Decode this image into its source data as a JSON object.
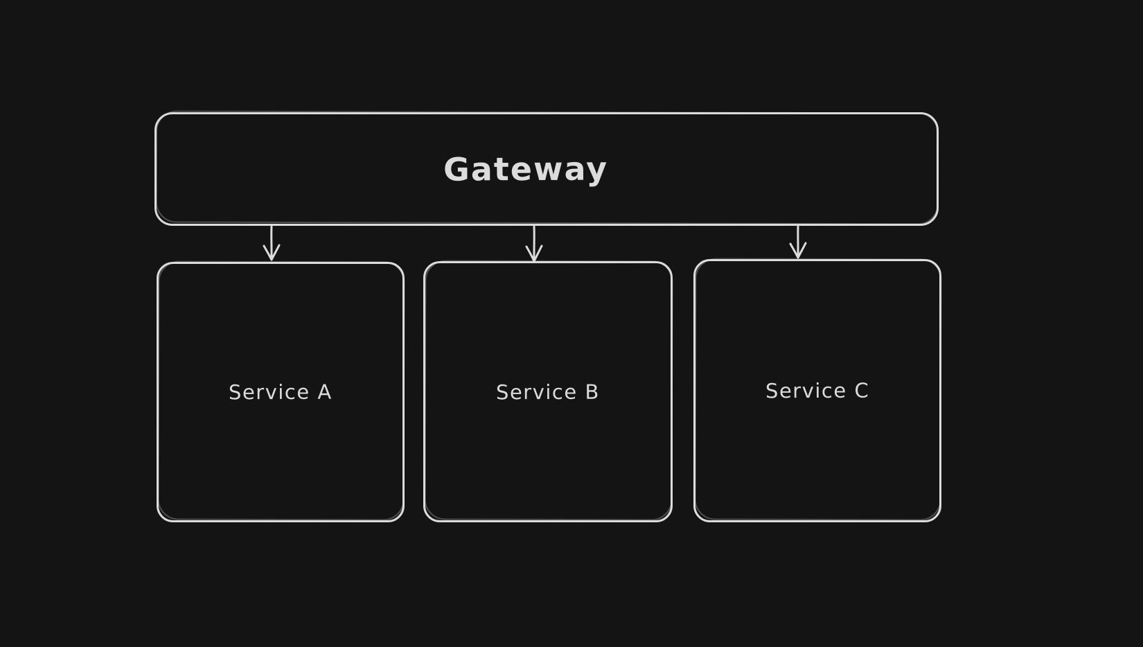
{
  "canvas": {
    "background": "#141414",
    "stroke_color": "#dcdcdc"
  },
  "diagram": {
    "type": "flowchart",
    "nodes": [
      {
        "id": "gateway",
        "label": "Gateway"
      },
      {
        "id": "service-a",
        "label": "Service A"
      },
      {
        "id": "service-b",
        "label": "Service B"
      },
      {
        "id": "service-c",
        "label": "Service C"
      }
    ],
    "edges": [
      {
        "from": "gateway",
        "to": "service-a",
        "style": "arrow-down"
      },
      {
        "from": "gateway",
        "to": "service-b",
        "style": "arrow-down"
      },
      {
        "from": "gateway",
        "to": "service-c",
        "style": "arrow-down"
      }
    ]
  }
}
